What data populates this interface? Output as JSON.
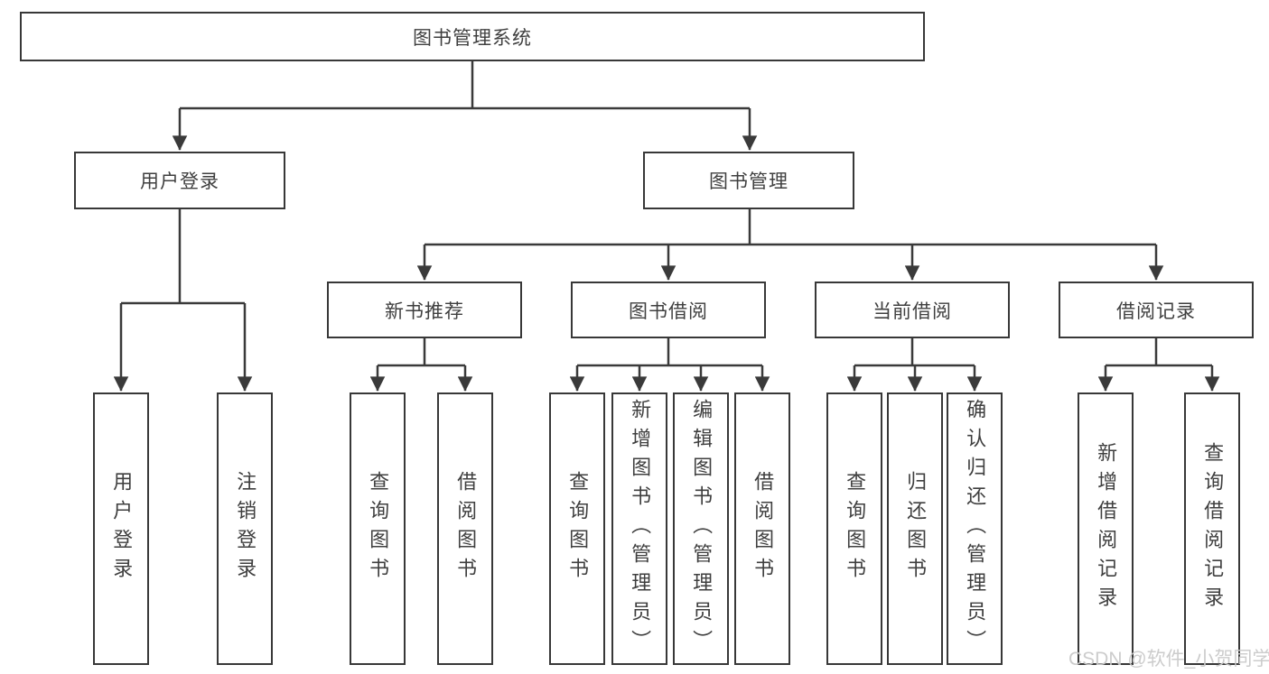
{
  "diagram": {
    "root": {
      "label": "图书管理系统"
    },
    "level2": [
      {
        "label": "用户登录"
      },
      {
        "label": "图书管理"
      }
    ],
    "level3": [
      {
        "label": "新书推荐"
      },
      {
        "label": "图书借阅"
      },
      {
        "label": "当前借阅"
      },
      {
        "label": "借阅记录"
      }
    ],
    "leaves": {
      "user_login": [
        {
          "label": "用户登录"
        },
        {
          "label": "注销登录"
        }
      ],
      "new_book_recommend": [
        {
          "label": "查询图书"
        },
        {
          "label": "借阅图书"
        }
      ],
      "book_borrow": [
        {
          "label": "查询图书"
        },
        {
          "label": "新增图书（管理员）"
        },
        {
          "label": "编辑图书（管理员）"
        },
        {
          "label": "借阅图书"
        }
      ],
      "current_borrow": [
        {
          "label": "查询图书"
        },
        {
          "label": "归还图书"
        },
        {
          "label": "确认归还（管理员）"
        }
      ],
      "borrow_records": [
        {
          "label": "新增借阅记录"
        },
        {
          "label": "查询借阅记录"
        }
      ]
    },
    "colors": {
      "line": "#3a3a3a",
      "text": "#3f3f3f",
      "box_background": "#ffffff",
      "watermark": "#c9c9c9"
    }
  },
  "watermark": {
    "text": "CSDN @软件_小贺同学"
  }
}
